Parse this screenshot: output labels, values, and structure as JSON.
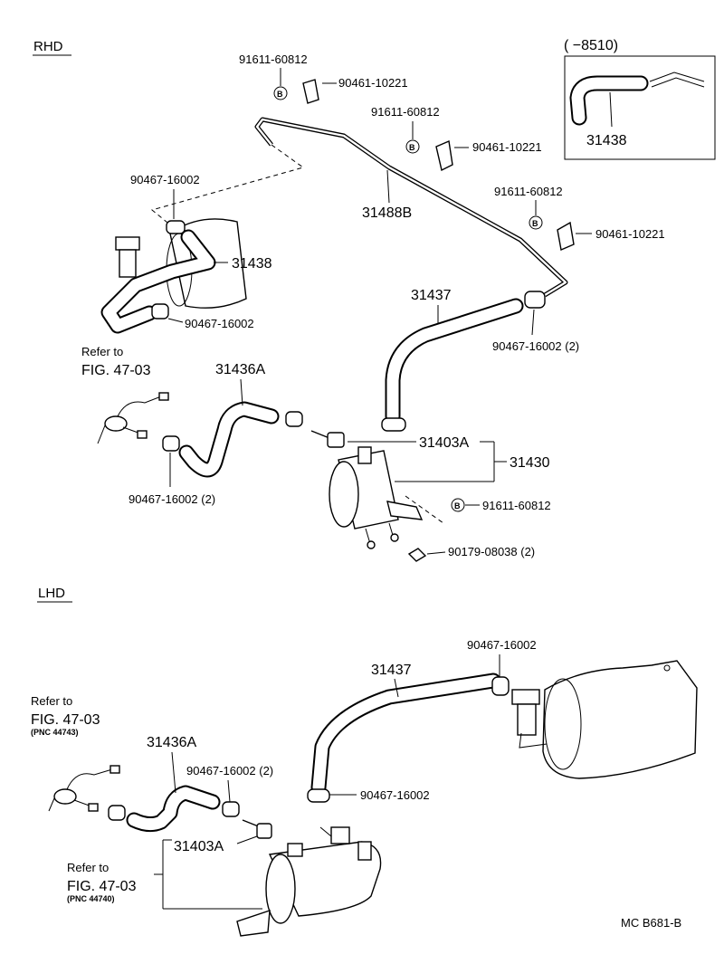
{
  "sections": {
    "rhd": "RHD",
    "lhd": "LHD"
  },
  "inset": {
    "range": "(       −8510)",
    "part": "31438"
  },
  "rhd_labels": {
    "bolt_1": "91611-60812",
    "clamp_1": "90461-10221",
    "bolt_2": "91611-60812",
    "clamp_2": "90461-10221",
    "bolt_3": "91611-60812",
    "clamp_3": "90461-10221",
    "pipe": "31488B",
    "hose_clip_top": "90467-16002",
    "hose_main": "31438",
    "hose_clip_lower": "90467-16002",
    "hose_31437": "31437",
    "hose_clip_pipe": "90467-16002 (2)",
    "refer_line1": "Refer to",
    "refer_line2": "FIG. 47-03",
    "hose_31436a": "31436A",
    "valve_31403a": "31403A",
    "canister": "31430",
    "clip_pair": "90467-16002 (2)",
    "bolt_canister": "91611-60812",
    "nut": "90179-08038 (2)"
  },
  "lhd_labels": {
    "clip_top": "90467-16002",
    "hose_31437": "31437",
    "refer_a_line1": "Refer to",
    "refer_a_line2": "FIG. 47-03",
    "refer_a_pnc": "(PNC 44743)",
    "hose_31436a": "31436A",
    "clip_pair": "90467-16002 (2)",
    "clip_lower": "90467-16002",
    "valve_31403a": "31403A",
    "refer_b_line1": "Refer to",
    "refer_b_line2": "FIG. 47-03",
    "refer_b_pnc": "(PNC 44740)"
  },
  "symbols": {
    "bolt_marker": "B"
  },
  "footer": {
    "code": "MC  B681-B"
  }
}
